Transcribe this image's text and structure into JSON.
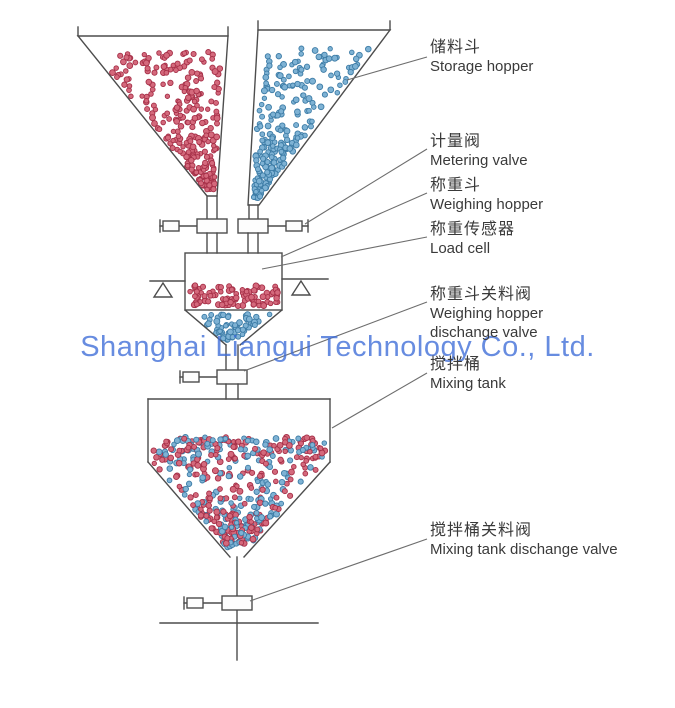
{
  "watermark": "Shanghai Liangui Technology Co., Ltd.",
  "labels": [
    {
      "zh": "储料斗",
      "en": "Storage hopper"
    },
    {
      "zh": "计量阀",
      "en": "Metering valve"
    },
    {
      "zh": "称重斗",
      "en": "Weighing hopper"
    },
    {
      "zh": "称重传感器",
      "en": "Load cell"
    },
    {
      "zh": "称重斗关料阀",
      "en": "Weighing hopper dischange valve"
    },
    {
      "zh": "搅拌桶",
      "en": "Mixing tank"
    },
    {
      "zh": "搅拌桶关料阀",
      "en": "Mixing tank dischange valve"
    }
  ],
  "colors": {
    "line": "#4d4d4d",
    "watermark_blue": "#3d6cd8",
    "pellet_red_fill": "#d4697c",
    "pellet_red_stroke": "#a63048",
    "pellet_blue_fill": "#7eb2d4",
    "pellet_blue_stroke": "#3d7ca6"
  }
}
